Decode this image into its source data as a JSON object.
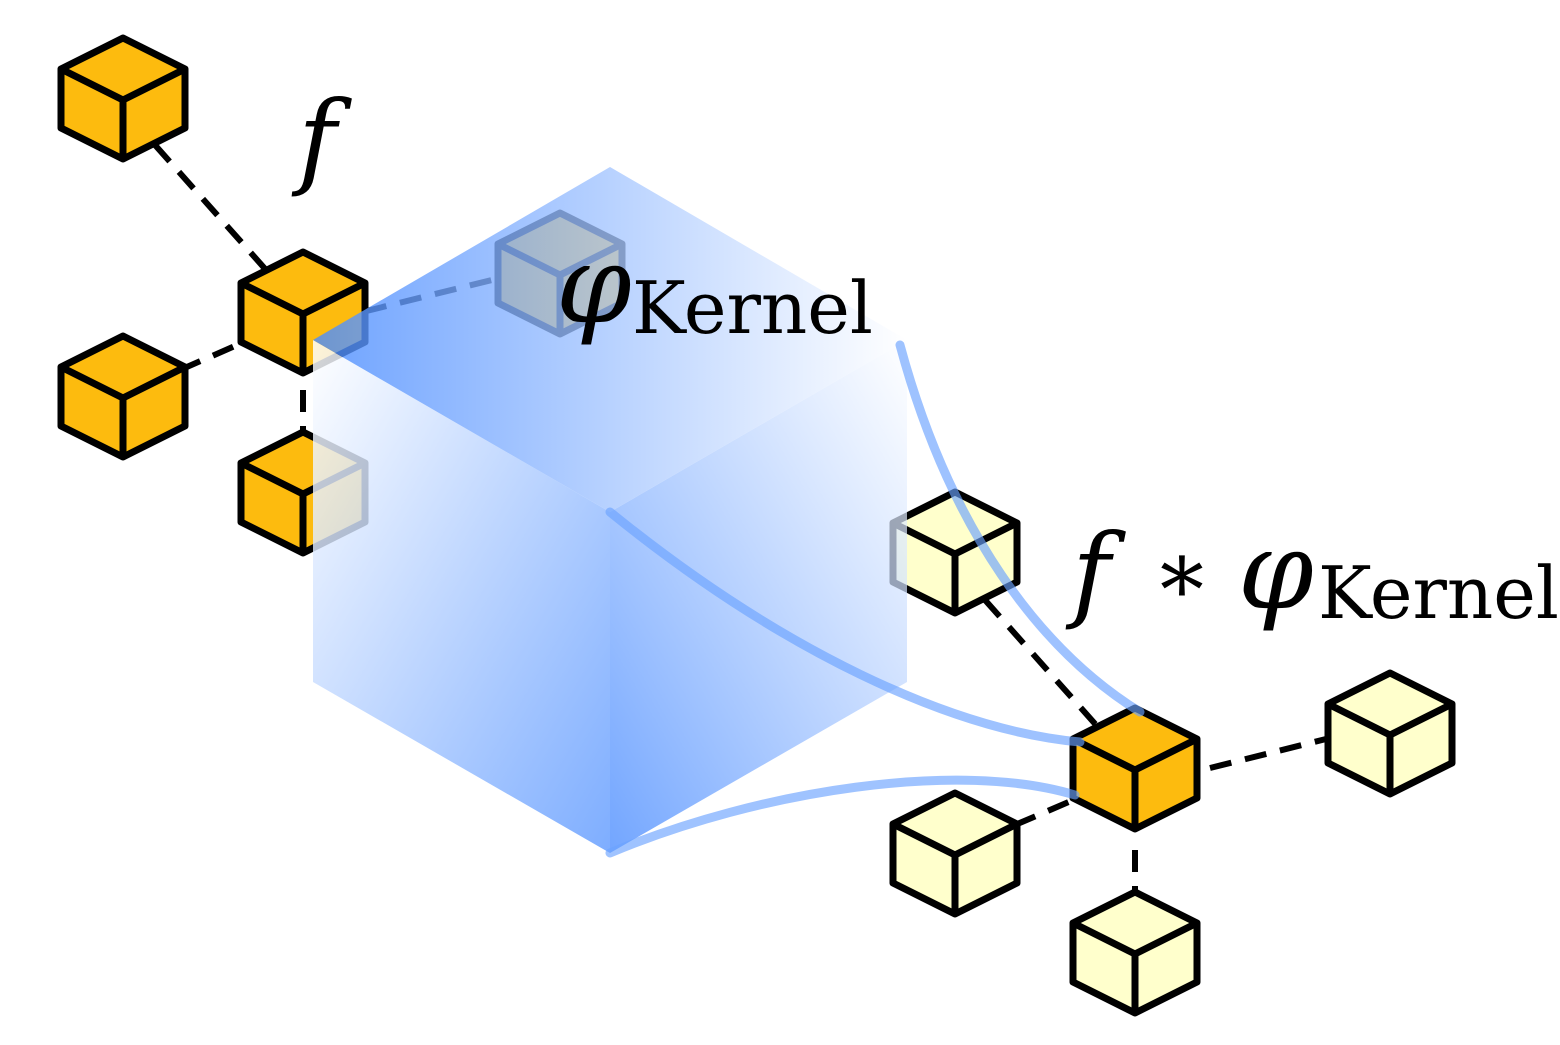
{
  "labels": {
    "f": "f",
    "phi": "φ",
    "kernel_sub": "Kernel",
    "conv_f": "f",
    "conv_op": "∗",
    "conv_phi": "φ",
    "conv_kernel_sub": "Kernel"
  },
  "colors": {
    "input_cube": "#fdbb0e",
    "output_cube": "#ffffcc",
    "kernel_blue": "#4a8cff",
    "edge": "#000000",
    "connector": "#6ba3ff"
  }
}
